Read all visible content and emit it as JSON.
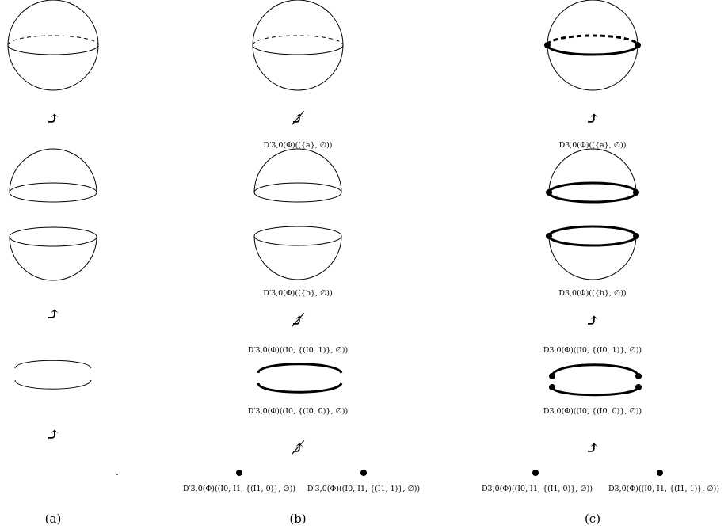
{
  "panel_a": {
    "caption": "(a)",
    "arrows": [
      "⤴",
      "⤴",
      "⤴"
    ],
    "dot": "."
  },
  "panel_b": {
    "caption": "(b)",
    "arrows": [
      "⤴̸",
      "⤴̸",
      "⤴̸"
    ],
    "label_a": "D′3,0(Φ)(({a}, ∅))",
    "label_b": "D′3,0(Φ)(({b}, ∅))",
    "label_i1": "D′3,0(Φ)((I0, {(I0, 1)}, ∅))",
    "label_i0": "D′3,0(Φ)((I0, {(I0, 0)}, ∅))",
    "label_pt0": "D′3,0(Φ)((I0, I1, {(I1, 0)}, ∅))",
    "label_pt1": "D′3,0(Φ)((I0, I1, {(I1, 1)}, ∅))"
  },
  "panel_c": {
    "caption": "(c)",
    "arrows": [
      "⤴",
      "⤴",
      "⤴"
    ],
    "label_a": "D3,0(Φ)(({a}, ∅))",
    "label_b": "D3,0(Φ)(({b}, ∅))",
    "label_i1": "D3,0(Φ)((I0, {(I0, 1)}, ∅))",
    "label_i0": "D3,0(Φ)((I0, {(I0, 0)}, ∅))",
    "label_pt0": "D3,0(Φ)((I0, I1, {(I1, 0)}, ∅))",
    "label_pt1": "D3,0(Φ)((I0, I1, {(I1, 1)}, ∅))"
  }
}
